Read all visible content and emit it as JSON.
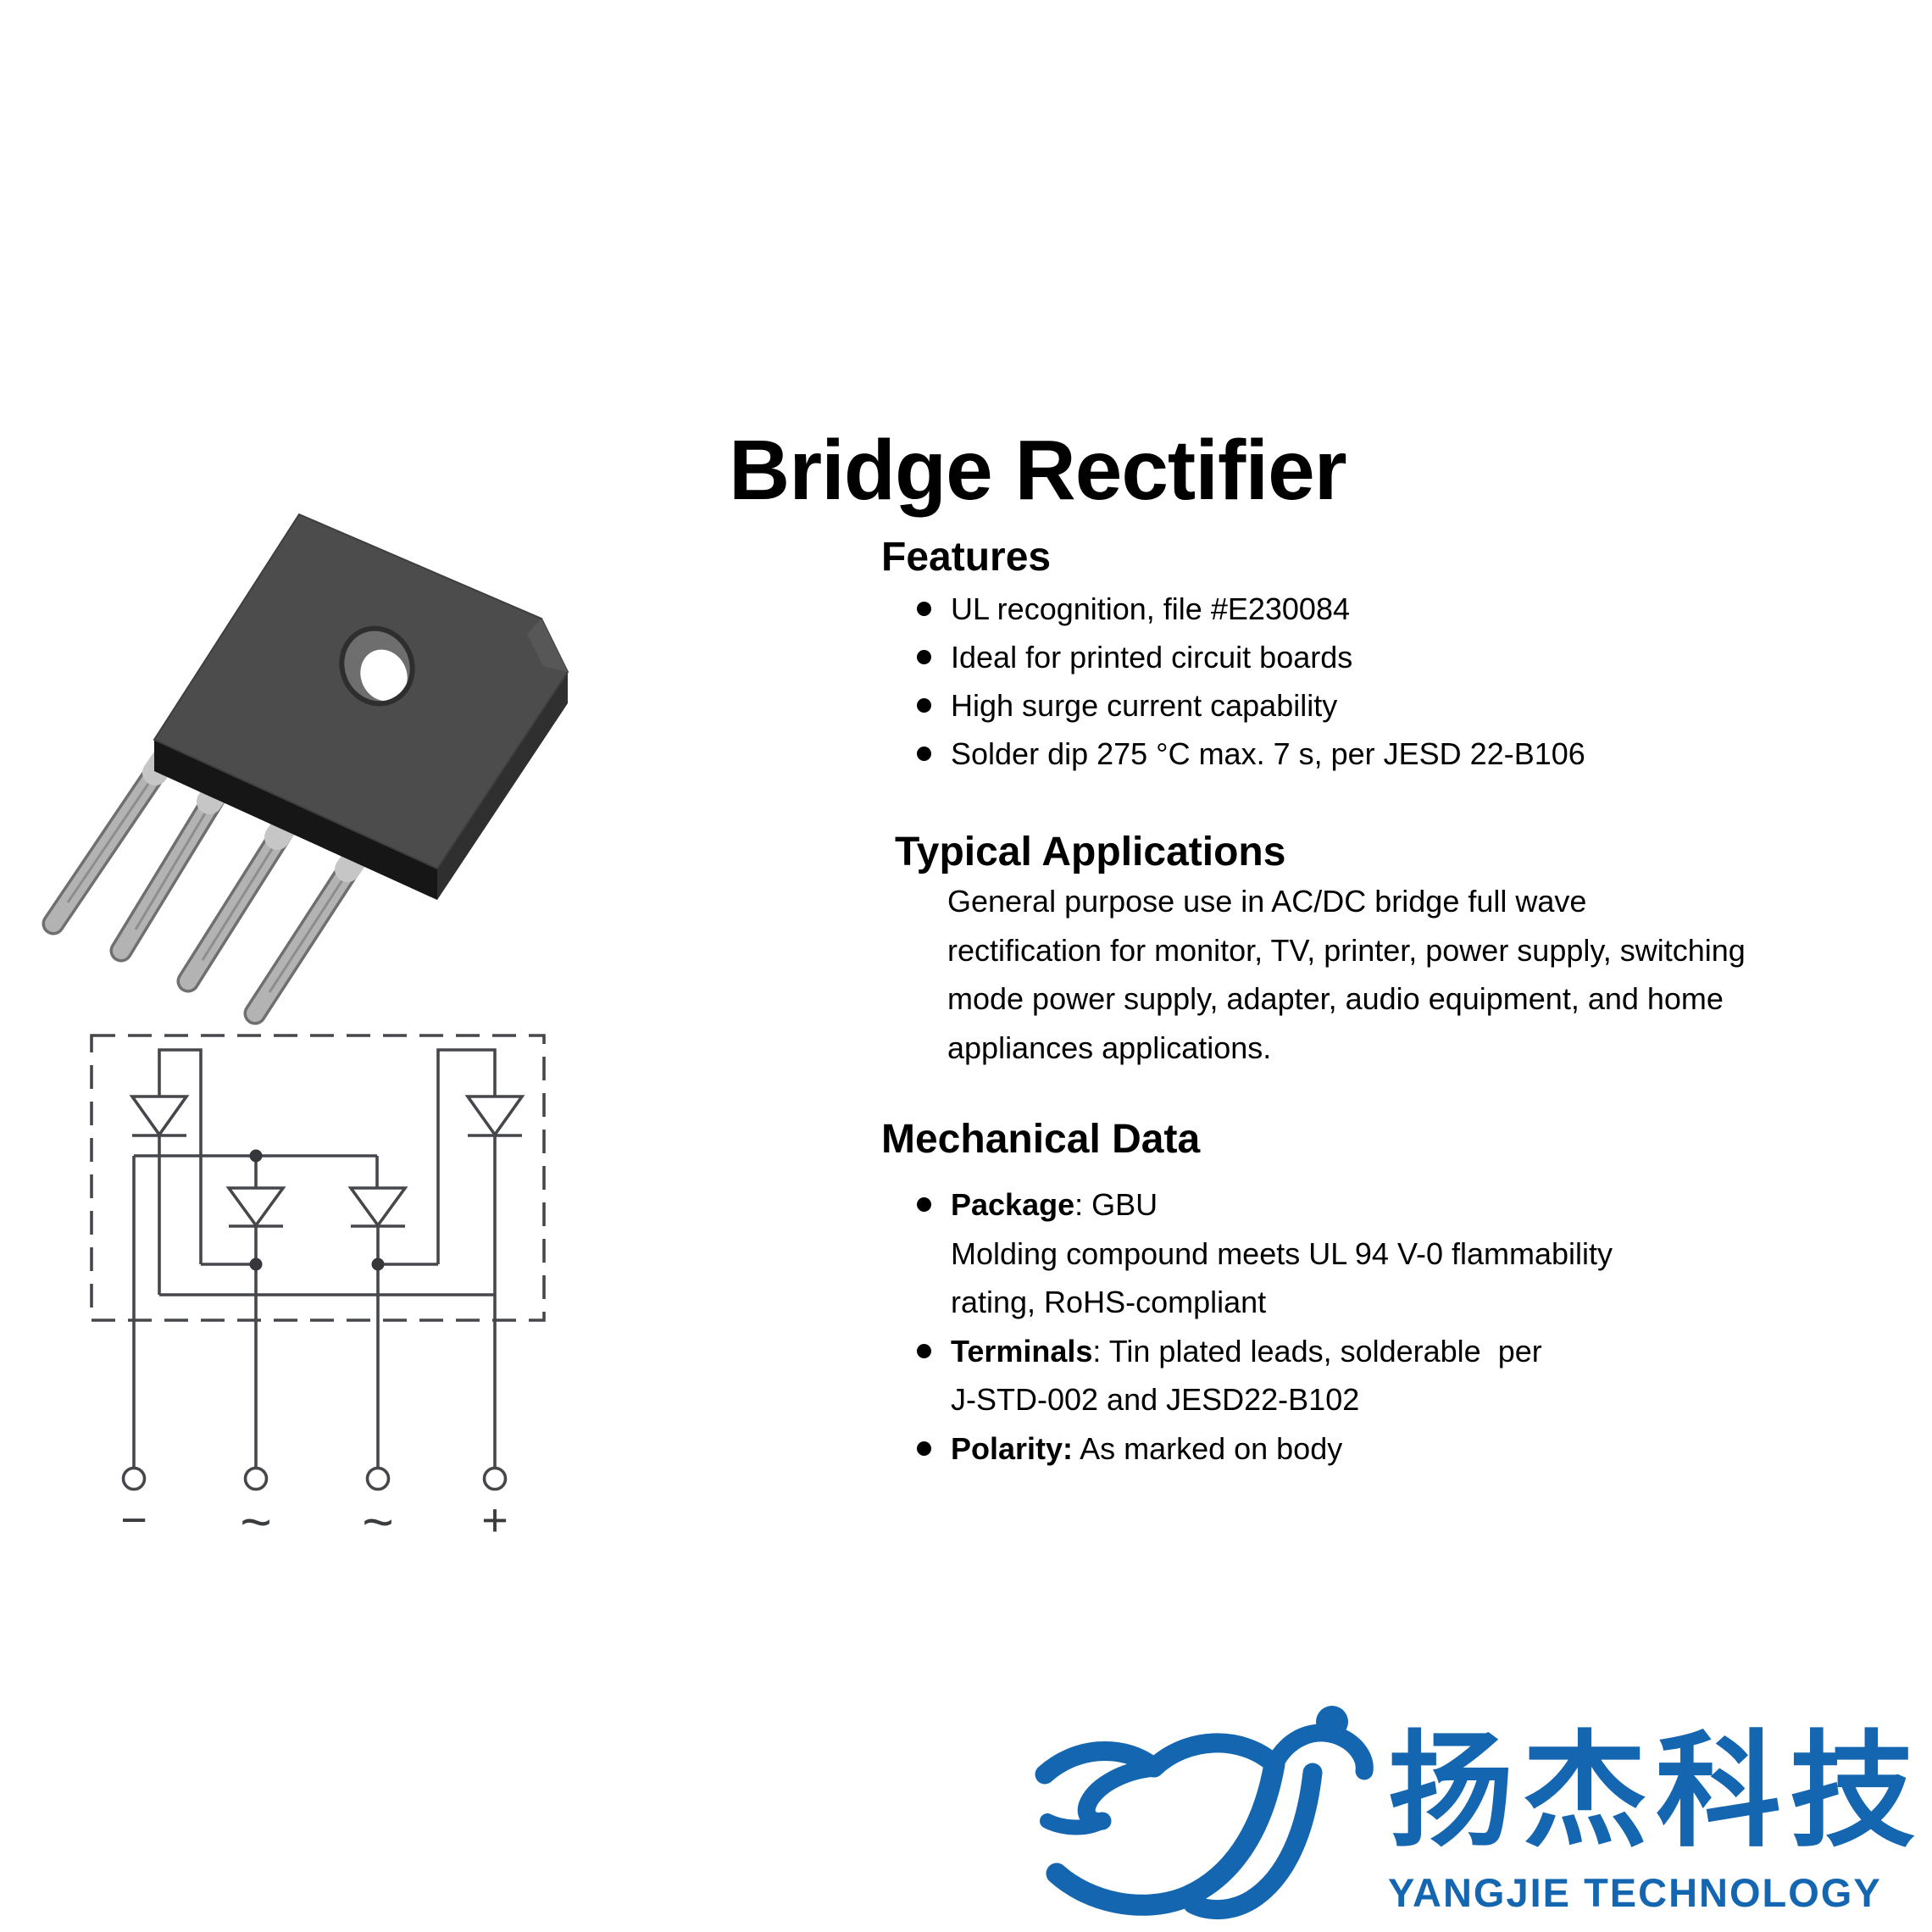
{
  "page": {
    "title": "Bridge Rectifier"
  },
  "features": {
    "heading": "Features",
    "items": [
      "UL recognition, file #E230084",
      "Ideal for printed circuit boards",
      "High surge current capability",
      "Solder dip 275 °C max. 7 s, per JESD 22-B106"
    ]
  },
  "applications": {
    "heading": "Typical Applications",
    "lines": [
      "General purpose use in AC/DC bridge full wave",
      "rectification for monitor, TV, printer, power supply, switching",
      "mode power supply, adapter, audio equipment, and home",
      "appliances applications."
    ]
  },
  "mechanical": {
    "heading": "Mechanical Data",
    "items": [
      {
        "label": "Package",
        "text": ": GBU",
        "extra_lines": [
          "Molding compound meets UL 94 V-0 flammability",
          "rating, RoHS-compliant"
        ]
      },
      {
        "label": "Terminals",
        "text": ": Tin plated leads, solderable  per",
        "extra_lines": [
          "J-STD-002 and JESD22-B102"
        ]
      },
      {
        "label": "Polarity:",
        "text": " As marked on body",
        "extra_lines": []
      }
    ]
  },
  "circuit": {
    "type": "bridge-rectifier-schematic",
    "diode_count": 4,
    "terminals": [
      "−",
      "~",
      "~",
      "+"
    ]
  },
  "package_image": {
    "name": "GBU package 3-D view",
    "body_color": "#4c4c4c",
    "lead_color": "#b3b3b3"
  },
  "logo": {
    "cn": "扬杰科技",
    "en": "YANGJIE TECHNOLOGY",
    "blue": "#1566b1"
  }
}
